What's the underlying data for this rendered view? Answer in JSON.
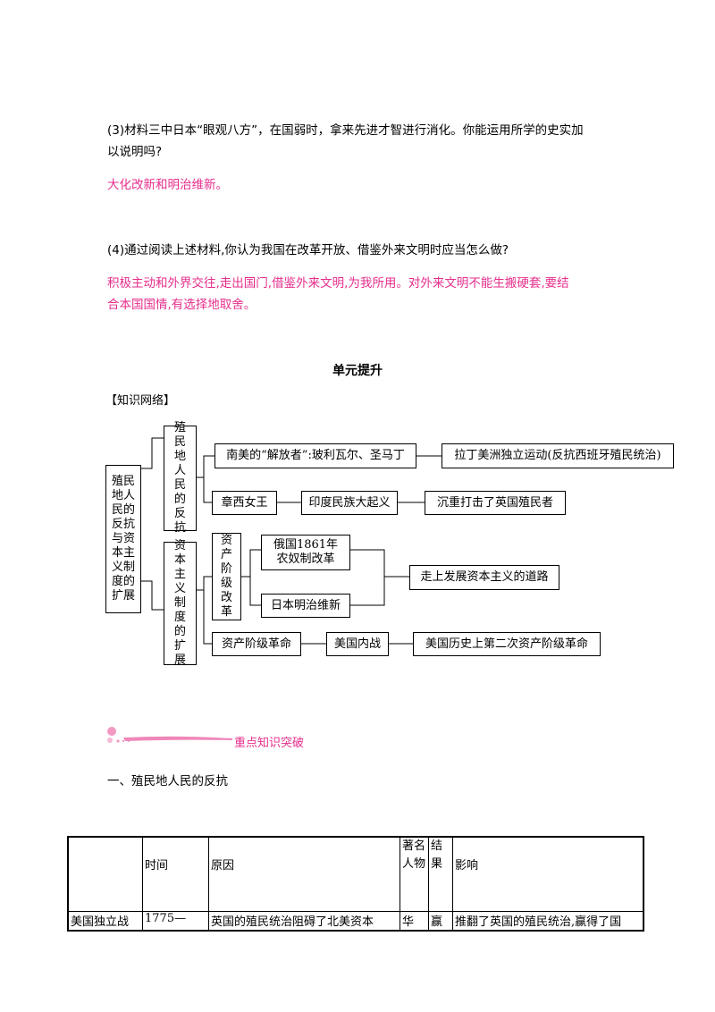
{
  "q3": {
    "line1": "(3)材料三中日本“眼观八方”，在国弱时，拿来先进才智进行消化。你能运用所学的史实加",
    "line2": "以说明吗?",
    "answer": "大化改新和明治维新。"
  },
  "q4": {
    "question": "(4)通过阅读上述材料,你认为我国在改革开放、借鉴外来文明时应当怎么做?",
    "answer1": "积极主动和外界交往,走出国门,借鉴外来文明,为我所用。对外来文明不能生搬硬套,要结",
    "answer2": "合本国国情,有选择地取舍。"
  },
  "unit_title": "单元提升",
  "network_label": "【知识网络】",
  "network": {
    "root": "殖民地人民的反抗与资本主义制度的扩展",
    "branch1": "殖民地人民的反抗",
    "branch2": "资本主义制度的扩展",
    "b1_row1_a": "南美的“解放者”:玻利瓦尔、圣马丁",
    "b1_row1_b": "拉丁美洲独立运动(反抗西班牙殖民统治)",
    "b1_row2_a": "章西女王",
    "b1_row2_b": "印度民族大起义",
    "b1_row2_c": "沉重打击了英国殖民者",
    "b2_reform": "资产阶级改革",
    "b2_russia": "俄国1861年农奴制改革",
    "b2_japan": "日本明治维新",
    "b2_result": "走上发展资本主义的道路",
    "b2_row3_a": "资产阶级革命",
    "b2_row3_b": "美国内战",
    "b2_row3_c": "美国历史上第二次资产阶级革命"
  },
  "highlight_heading": "重点知识突破",
  "section1": "一、殖民地人民的反抗",
  "table": {
    "headers": [
      "",
      "时间",
      "原因",
      "著名人物",
      "结果",
      "影响"
    ],
    "row1": [
      "美国独立战",
      "1775—",
      "英国的殖民统治阻碍了北美资本",
      "华",
      "赢",
      "推翻了英国的殖民统治,赢得了国"
    ]
  },
  "colors": {
    "answer": "#e62e8c",
    "text": "#000000"
  }
}
